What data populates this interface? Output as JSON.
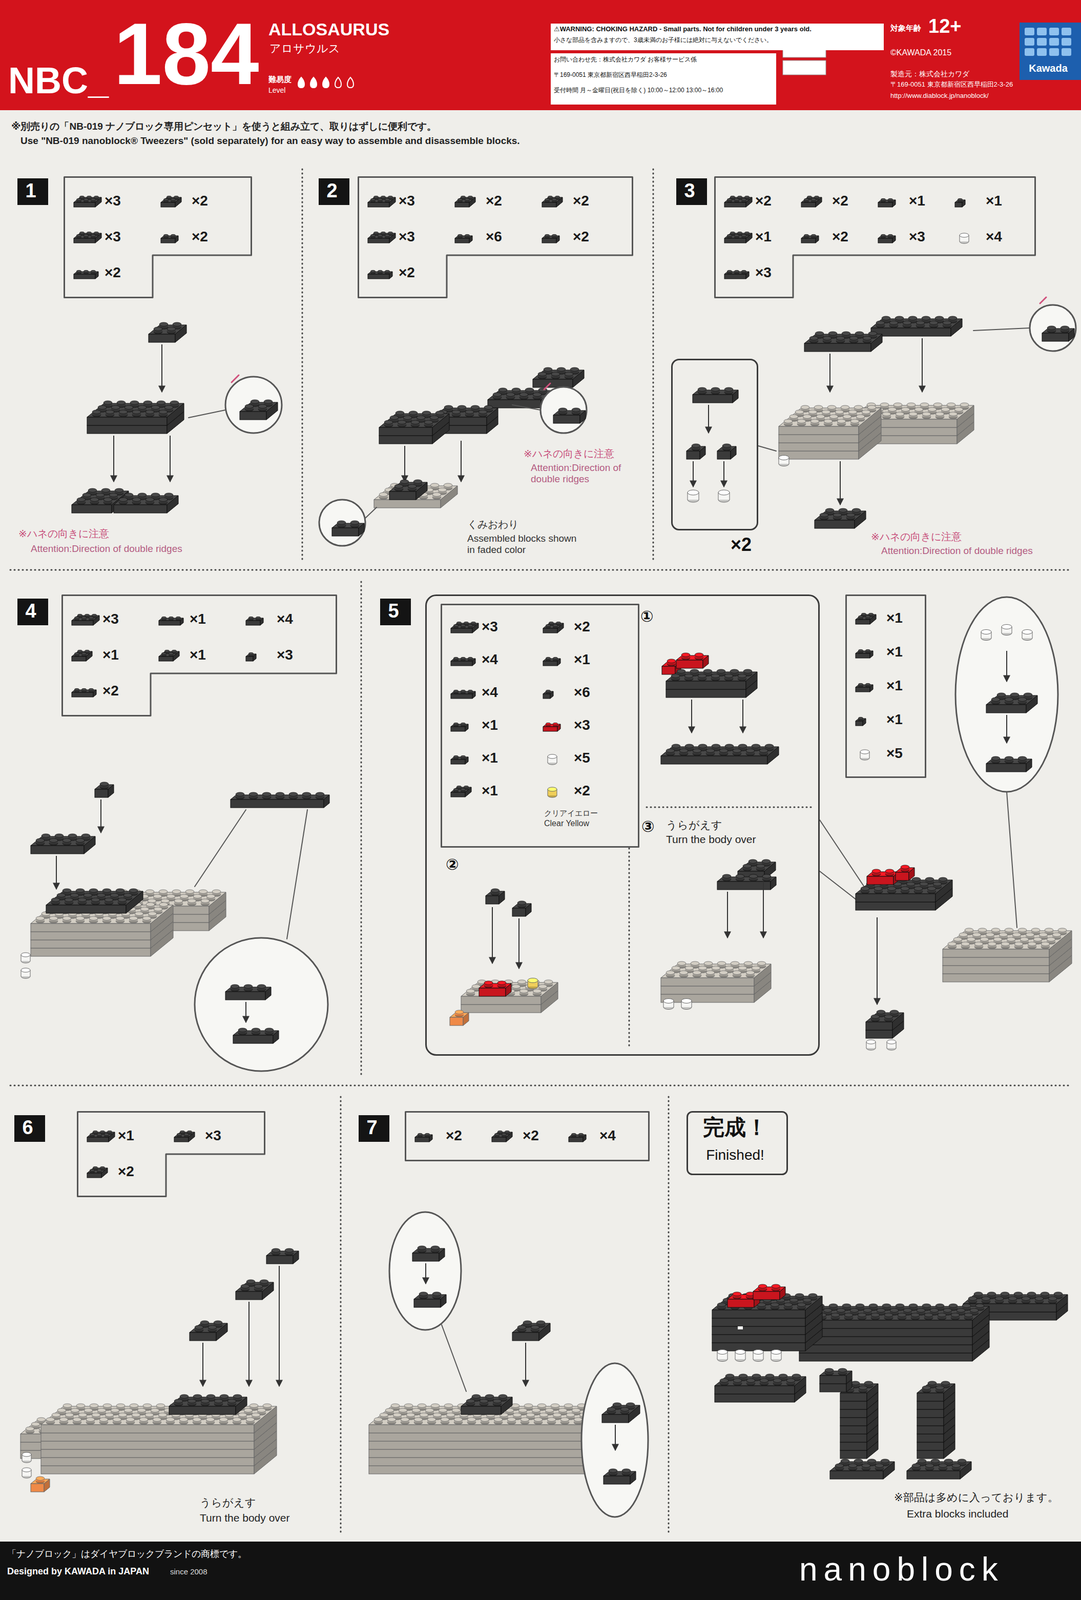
{
  "diagram": {
    "nodes": [
      {
        "text": [
          "NBC_",
          "184",
          "ALLOSAURUS",
          "アロサウルス",
          "難易度",
          "Level",
          "対象年齢",
          "12+",
          "©KAWADA 2015",
          "製造元：株式会社カワダ",
          "〒169-0051 東京都新宿区西早稲田2-3-26",
          "http://www.diablock.jp/nanoblock/"
        ]
      },
      {
        "text": [
          "⚠WARNING: CHOKING HAZARD - Small parts. Not for children under 3 years old.",
          "小さな部品を含みますので、3歳未満のお子様には絶対に与えないでください。"
        ],
        "in": 0
      },
      {
        "text": [
          "お問い合わせ先：株式会社カワダ お客様サービス係",
          "〒169-0051 東京都新宿区西早稲田2-3-26",
          "受付時間 月～金曜日(祝日を除く) 10:00～12:00 13:00～16:00"
        ],
        "in": 0
      },
      {
        "text": [
          "Kawada"
        ],
        "in": 0
      },
      {
        "text": [
          "1"
        ]
      },
      {
        "text": [
          "×3",
          "×2",
          "×3",
          "×2",
          "×2"
        ]
      },
      {
        "text": [
          "2"
        ]
      },
      {
        "text": [
          "×3",
          "×2",
          "×2",
          "×3",
          "×6",
          "×2",
          "×2"
        ]
      },
      {
        "text": [
          "3"
        ]
      },
      {
        "text": [
          "×2",
          "×2",
          "×1",
          "×1",
          "×1",
          "×2",
          "×3",
          "×4",
          "×3"
        ]
      },
      {
        "text": [
          "×2"
        ]
      },
      {
        "text": [
          "4"
        ]
      },
      {
        "text": [
          "×3",
          "×1",
          "×4",
          "×1",
          "×1",
          "×3",
          "×2"
        ]
      },
      {
        "text": [
          "5"
        ]
      },
      {
        "text": [
          "①",
          "②",
          "③",
          "うらがえす",
          "Turn the body over"
        ]
      },
      {
        "text": [
          "×3",
          "×2",
          "×4",
          "×1",
          "×4",
          "×6",
          "×1",
          "×3",
          "×1",
          "×5",
          "×1",
          "×2",
          "クリアイエロー",
          "Clear Yellow"
        ],
        "in": 14
      },
      {
        "text": [
          "×1",
          "×1",
          "×1",
          "×1",
          "×5"
        ]
      },
      {
        "text": [
          "6"
        ]
      },
      {
        "text": [
          "×1",
          "×3",
          "×2"
        ]
      },
      {
        "text": [
          "7"
        ]
      },
      {
        "text": [
          "×2",
          "×2",
          "×4"
        ]
      },
      {
        "text": [
          "完成！",
          "Finished!"
        ]
      },
      {
        "text": [
          "「ナノブロック」はダイヤブロックブランドの商標です。",
          "Designed by KAWADA in JAPAN",
          "since 2008",
          "nanoblock"
        ]
      }
    ],
    "labels": [
      "※別売りの「NB-019 ナノブロック専用ピンセット」を使うと組み立て、取りはずしに便利です。",
      "Use \"NB-019 nanoblock® Tweezers\" (sold separately) for an easy way to assemble and disassemble blocks.",
      "※ハネの向きに注意",
      "Attention:Direction of double ridges",
      "※ハネの向きに注意",
      "Attention:Direction of double ridges",
      "くみおわり",
      "Assembled blocks shown in faded color",
      "※ハネの向きに注意",
      "Attention:Direction of double ridges",
      "うらがえす",
      "Turn the body over",
      "※部品は多めに入っております。",
      "Extra blocks included"
    ]
  }
}
